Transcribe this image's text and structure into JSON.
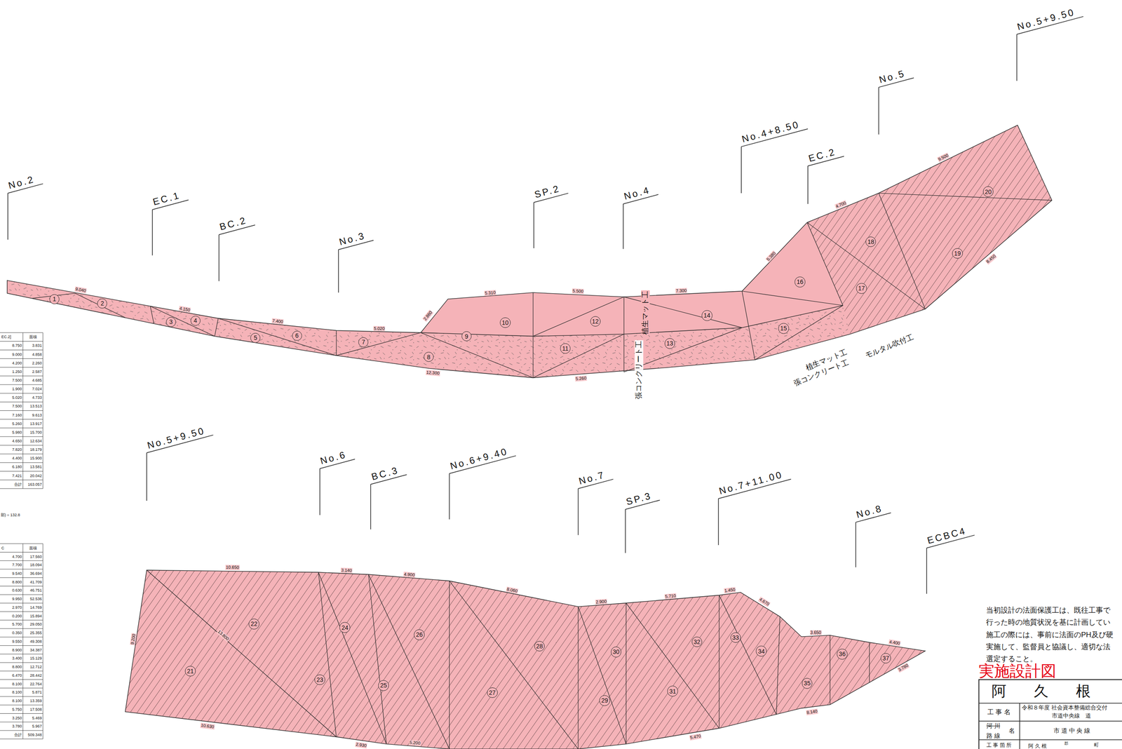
{
  "diagram": {
    "nodes": [
      {
        "text": [
          "1"
        ]
      },
      {
        "text": [
          "2"
        ]
      },
      {
        "text": [
          "3"
        ]
      },
      {
        "text": [
          "4"
        ]
      },
      {
        "text": [
          "5"
        ]
      },
      {
        "text": [
          "6"
        ]
      },
      {
        "text": [
          "7"
        ]
      },
      {
        "text": [
          "8"
        ]
      },
      {
        "text": [
          "9"
        ]
      },
      {
        "text": [
          "10"
        ]
      },
      {
        "text": [
          "11"
        ]
      },
      {
        "text": [
          "12"
        ]
      },
      {
        "text": [
          "13"
        ]
      },
      {
        "text": [
          "14"
        ]
      },
      {
        "text": [
          "15"
        ]
      },
      {
        "text": [
          "16"
        ]
      },
      {
        "text": [
          "17"
        ]
      },
      {
        "text": [
          "18"
        ]
      },
      {
        "text": [
          "19"
        ]
      },
      {
        "text": [
          "20"
        ]
      },
      {
        "text": [
          "21"
        ]
      },
      {
        "text": [
          "22"
        ]
      },
      {
        "text": [
          "23"
        ]
      },
      {
        "text": [
          "24"
        ]
      },
      {
        "text": [
          "25"
        ]
      },
      {
        "text": [
          "26"
        ]
      },
      {
        "text": [
          "27"
        ]
      },
      {
        "text": [
          "28"
        ]
      },
      {
        "text": [
          "29"
        ]
      },
      {
        "text": [
          "30"
        ]
      },
      {
        "text": [
          "31"
        ]
      },
      {
        "text": [
          "32"
        ]
      },
      {
        "text": [
          "33"
        ]
      },
      {
        "text": [
          "34"
        ]
      },
      {
        "text": [
          "35"
        ]
      },
      {
        "text": [
          "36"
        ]
      },
      {
        "text": [
          "37"
        ]
      }
    ],
    "labels": [
      "No.2",
      "EC.1",
      "BC.2",
      "No.3",
      "SP.2",
      "No.4",
      "No.4+8.50",
      "EC.2",
      "No.5",
      "No.5+9.50",
      "No.5+9.50",
      "No.6",
      "BC.3",
      "No.6+9.40",
      "No.7",
      "SP.3",
      "No.7+11.00",
      "No.8",
      "ECBC4",
      "9.040",
      "4.150",
      "7.400",
      "5.020",
      "2.860",
      "5.310",
      "5.500",
      "7.300",
      "5.380",
      "4.700",
      "9.500",
      "12.300",
      "5.260",
      "8.450",
      "10.650",
      "3.140",
      "4.900",
      "8.060",
      "2.900",
      "5.710",
      "1.450",
      "4.670",
      "3.650",
      "4.400",
      "9.200",
      "13.800",
      "10.630",
      "2.930",
      "5.200",
      "5.470",
      "8.140",
      "3.780",
      "植生マット工",
      "張コンクリート工",
      "植生マット工",
      "張コンクリート工",
      "モルタル吹付工",
      "EC.2]",
      "面積",
      "8.750",
      "3.831",
      "9.000",
      "4.858",
      "4.200",
      "2.260",
      "1.250",
      "2.587",
      "7.500",
      "4.685",
      "1.900",
      "7.024",
      "5.020",
      "4.733",
      "7.500",
      "13.513",
      "7.160",
      "9.613",
      "5.260",
      "13.917",
      "5.980",
      "15.700",
      "4.650",
      "12.634",
      "7.820",
      "18.179",
      "4.400",
      "15.900",
      "6.180",
      "13.581",
      "7.421",
      "20.042",
      "合計",
      "163.057",
      "部) = 132.8",
      "C",
      "面積",
      "4.700",
      "17.560",
      "7.700",
      "18.094",
      "9.540",
      "36.694",
      "8.800",
      "41.709",
      "0.630",
      "46.751",
      "9.950",
      "52.536",
      "2.970",
      "14.769",
      "0.200",
      "15.894",
      "5.700",
      "29.050",
      "0.350",
      "25.355",
      "9.550",
      "49.308",
      "8.900",
      "34.387",
      "3.400",
      "15.129",
      "8.800",
      "12.712",
      "6.470",
      "28.442",
      "8.100",
      "22.764",
      "8.100",
      "5.871",
      "8.100",
      "13.359",
      "5.750",
      "17.508",
      "3.250",
      "5.469",
      "3.780",
      "5.967",
      "合計",
      "509.348",
      "当初設計の法面保護工は、既往工事で",
      "行った時の地質状況を基に計画してい",
      "施工の際には、事前に法面のPH及び硬",
      "実施して、監督員と協議し、適切な法",
      "選定すること。",
      "実施設計図",
      "阿 久 根",
      "工 事 名",
      "令和８年度 社会資本整備総合交付",
      "市道中央線　道",
      "河 川",
      "路 線",
      "名",
      "市 道 中 央 線",
      "工 事 箇 所",
      "阿 久 根",
      "郡",
      "町"
    ]
  }
}
